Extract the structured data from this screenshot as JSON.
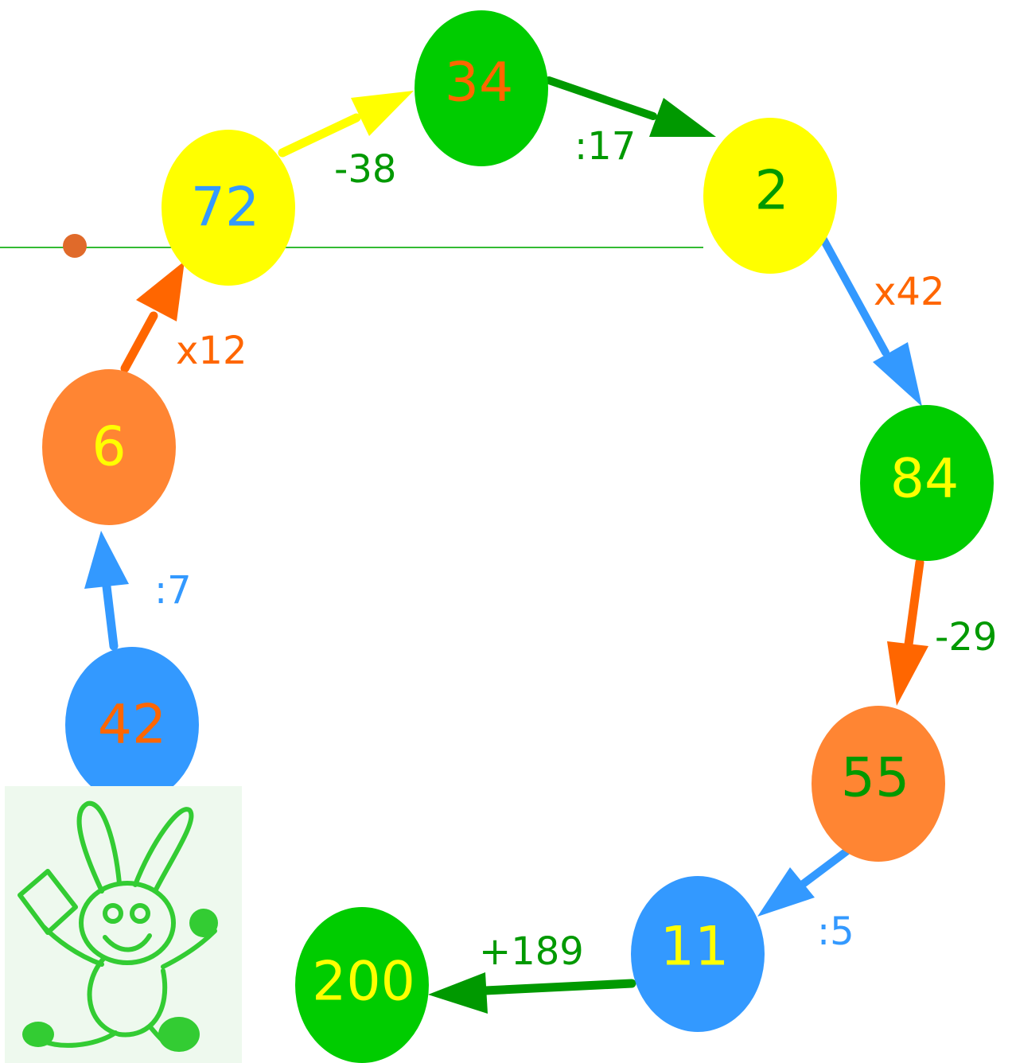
{
  "nodes": [
    {
      "id": "n42",
      "value": "42",
      "fill": "#3399ff",
      "text_color": "#ff6600"
    },
    {
      "id": "n6",
      "value": "6",
      "fill": "#ff8533",
      "text_color": "#ffff00"
    },
    {
      "id": "n72",
      "value": "72",
      "fill": "#ffff00",
      "text_color": "#3399ff"
    },
    {
      "id": "n34",
      "value": "34",
      "fill": "#00cc00",
      "text_color": "#ff6600"
    },
    {
      "id": "n2",
      "value": "2",
      "fill": "#ffff00",
      "text_color": "#009900"
    },
    {
      "id": "n84",
      "value": "84",
      "fill": "#00cc00",
      "text_color": "#ffff00"
    },
    {
      "id": "n55",
      "value": "55",
      "fill": "#ff8533",
      "text_color": "#009900"
    },
    {
      "id": "n11",
      "value": "11",
      "fill": "#3399ff",
      "text_color": "#ffff00"
    },
    {
      "id": "n200",
      "value": "200",
      "fill": "#00cc00",
      "text_color": "#ffff00"
    }
  ],
  "operations": [
    {
      "id": "op1",
      "label": ":7",
      "label_color": "#3399ff",
      "arrow_color": "#3399ff"
    },
    {
      "id": "op2",
      "label": "x12",
      "label_color": "#ff6600",
      "arrow_color": "#ff6600"
    },
    {
      "id": "op3",
      "label": "-38",
      "label_color": "#009900",
      "arrow_color": "#ffff00"
    },
    {
      "id": "op4",
      "label": ":17",
      "label_color": "#009900",
      "arrow_color": "#009900"
    },
    {
      "id": "op5",
      "label": "x42",
      "label_color": "#ff6600",
      "arrow_color": "#3399ff"
    },
    {
      "id": "op6",
      "label": "-29",
      "label_color": "#009900",
      "arrow_color": "#ff6600"
    },
    {
      "id": "op7",
      "label": ":5",
      "label_color": "#3399ff",
      "arrow_color": "#3399ff"
    },
    {
      "id": "op8",
      "label": "+189",
      "label_color": "#009900",
      "arrow_color": "#009900"
    }
  ],
  "decor": {
    "line_color": "#33bb33",
    "dot_color": "#e06a2a",
    "rabbit_icon": "rabbit-mascot-icon",
    "rabbit_color": "#33cc33"
  }
}
